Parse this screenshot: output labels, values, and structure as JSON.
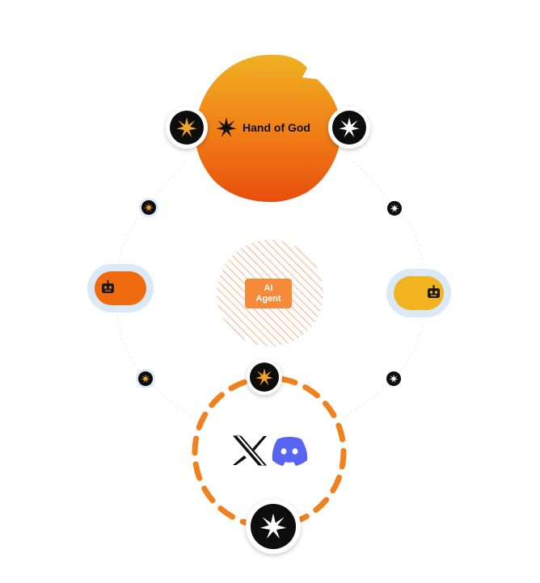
{
  "brand": {
    "name": "Hand of God"
  },
  "center": {
    "label_line1": "AI",
    "label_line2": "Agent"
  },
  "nodes": {
    "left_bot": {
      "icon": "robot-icon"
    },
    "right_bot": {
      "icon": "robot-icon"
    }
  },
  "socials": [
    {
      "name": "x-logo-icon"
    },
    {
      "name": "discord-logo-icon"
    }
  ],
  "colors": {
    "orange": "#f07a12",
    "orange_deep": "#e8540f",
    "yellow": "#f0b429",
    "bot_left_fill": "#f06a10",
    "bot_left_ring": "#dbe9f7",
    "bot_right_fill": "#f2b320",
    "bot_right_ring": "#dbe9f7",
    "discord": "#5865F2",
    "node_dark": "#0d0d0d",
    "star_gold": "#f0a326",
    "star_white": "#ffffff"
  }
}
